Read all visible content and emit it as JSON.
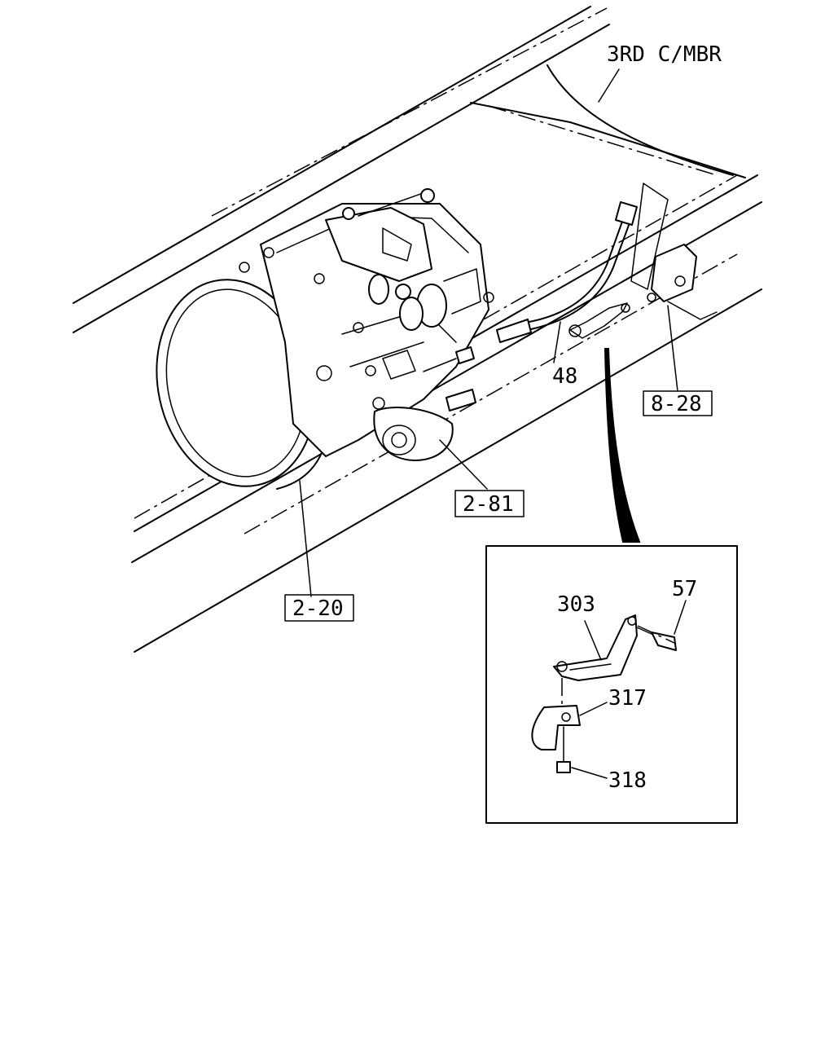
{
  "diagram": {
    "frame_label": "3RD C/MBR",
    "callouts": [
      {
        "id": "48",
        "text": "48"
      },
      {
        "id": "303",
        "text": "303"
      },
      {
        "id": "57",
        "text": "57"
      },
      {
        "id": "317",
        "text": "317"
      },
      {
        "id": "318",
        "text": "318"
      }
    ],
    "references": [
      {
        "id": "8-28",
        "text": "8-28"
      },
      {
        "id": "2-81",
        "text": "2-81"
      },
      {
        "id": "2-20",
        "text": "2-20"
      }
    ]
  }
}
